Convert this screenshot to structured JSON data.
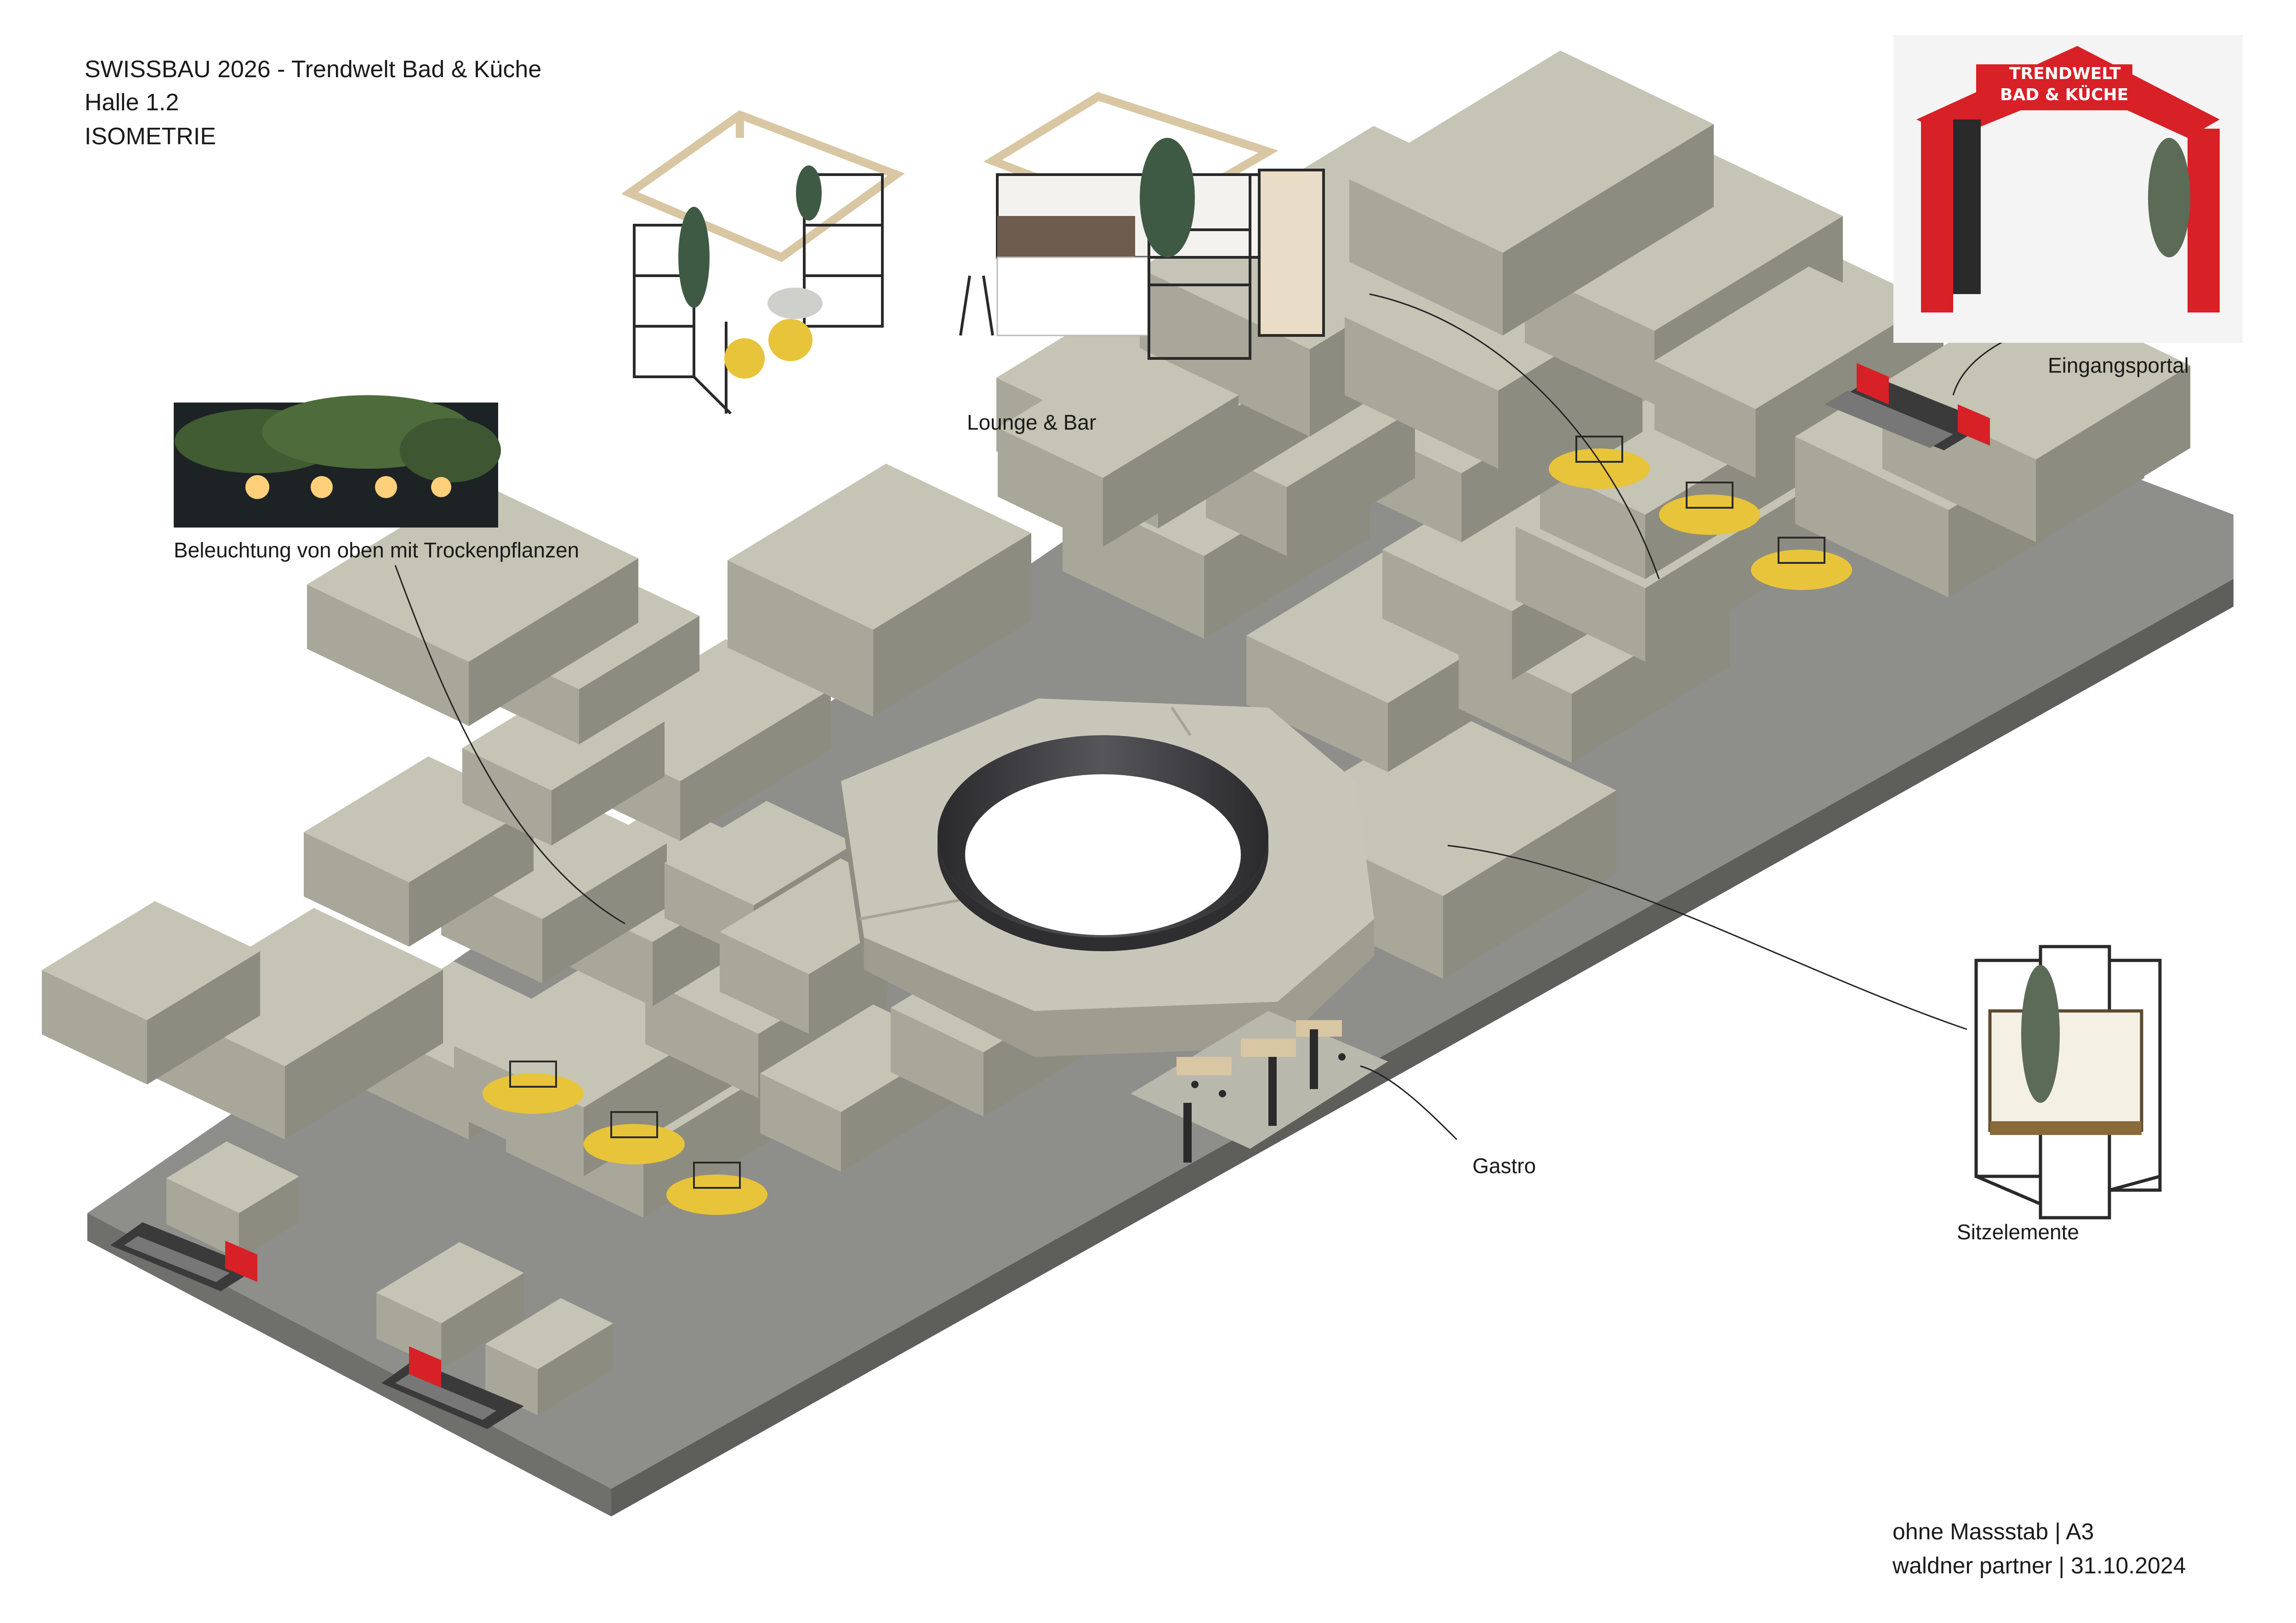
{
  "header": {
    "line1": "SWISSBAU 2026 - Trendwelt Bad & Küche",
    "line2": "Halle 1.2",
    "line3": "ISOMETRIE"
  },
  "labels": {
    "lounge": "Lounge & Bar",
    "lighting": "Beleuchtung von oben mit Trockenpflanzen",
    "portal": "Eingangsportal",
    "gastro": "Gastro",
    "seating": "Sitzelemente"
  },
  "portal_sign": {
    "line1": "TRENDWELT",
    "line2": "BAD & KÜCHE"
  },
  "footer": {
    "scale": "ohne Massstab | A3",
    "credit": "waldner partner | 31.10.2024"
  },
  "colors": {
    "floor": "#8a8a87",
    "block_top": "#c5c4b5",
    "block_side": "#a8a799",
    "block_front": "#8d8c80",
    "portal_red": "#d82027",
    "seat_yellow": "#e8c43a",
    "frame_dark": "#2a2a2a",
    "wood": "#d9c6a3",
    "ring_dark": "#3b3b3e"
  }
}
